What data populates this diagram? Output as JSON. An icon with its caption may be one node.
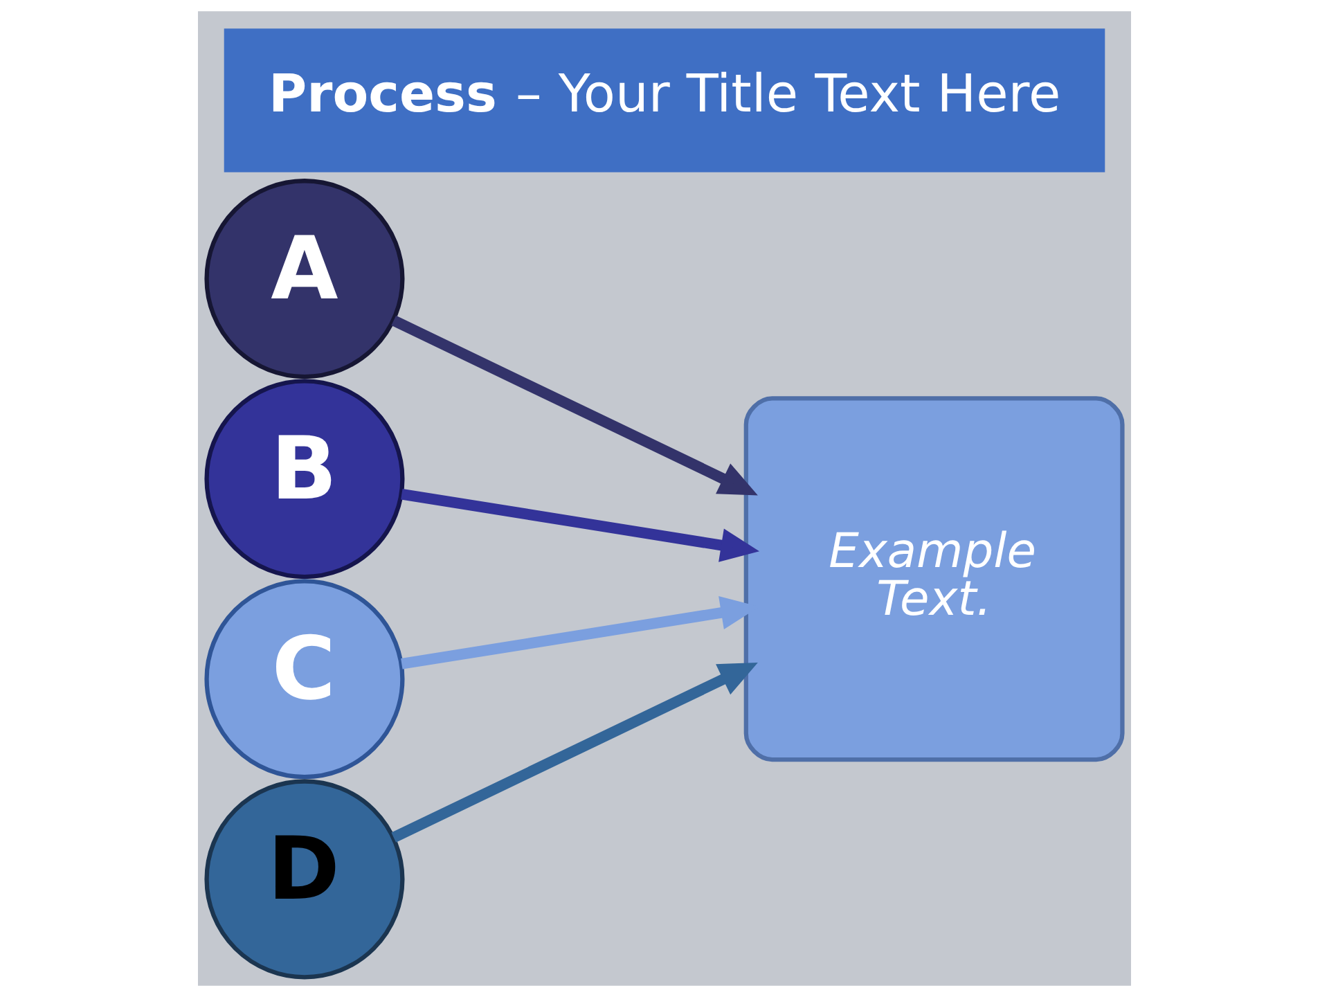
{
  "diagram": {
    "title": "**Process** – Your Title Text Here",
    "nodes": [
      {
        "text": [
          "A"
        ]
      },
      {
        "text": [
          "B"
        ]
      },
      {
        "text": [
          "C"
        ]
      },
      {
        "text": [
          "D"
        ]
      },
      {
        "text": [
          "Example Text."
        ]
      }
    ],
    "edges": [
      {
        "from": 0,
        "to": 4,
        "arrow": "to",
        "color": "#33336a"
      },
      {
        "from": 1,
        "to": 4,
        "arrow": "to",
        "color": "#333399"
      },
      {
        "from": 2,
        "to": 4,
        "arrow": "to",
        "color": "#7b9fdf"
      },
      {
        "from": 3,
        "to": 4,
        "arrow": "to",
        "color": "#336699"
      }
    ]
  }
}
